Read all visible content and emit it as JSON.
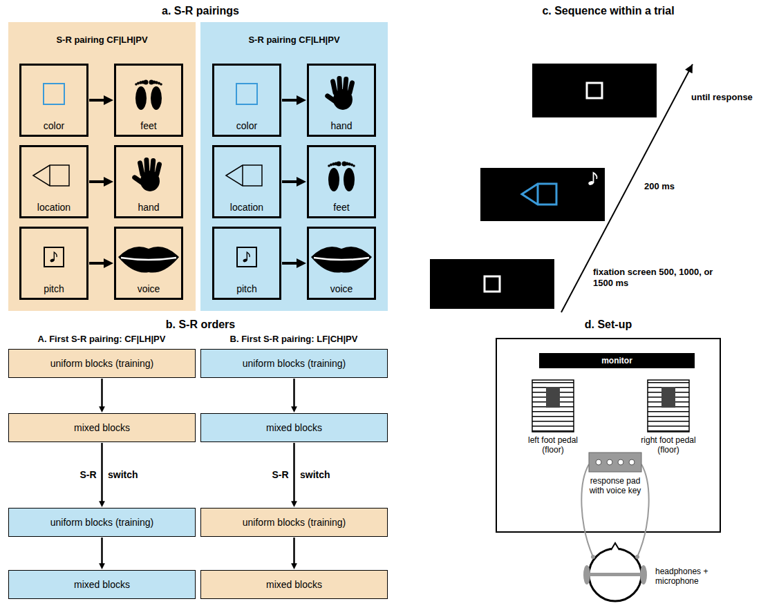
{
  "diagram": {
    "nodes": [
      {
        "text": [
          "S-R pairing CF|LH|PV"
        ]
      },
      {
        "text": [
          "color"
        ],
        "in": 0
      },
      {
        "text": [
          "feet"
        ],
        "in": 0
      },
      {
        "text": [
          "location"
        ],
        "in": 0
      },
      {
        "text": [
          "hand"
        ],
        "in": 0
      },
      {
        "text": [
          "pitch"
        ],
        "in": 0
      },
      {
        "text": [
          "voice"
        ],
        "in": 0
      },
      {
        "text": [
          "S-R pairing CF|LH|PV"
        ]
      },
      {
        "text": [
          "color"
        ],
        "in": 7
      },
      {
        "text": [
          "hand"
        ],
        "in": 7
      },
      {
        "text": [
          "location"
        ],
        "in": 7
      },
      {
        "text": [
          "feet"
        ],
        "in": 7
      },
      {
        "text": [
          "pitch"
        ],
        "in": 7
      },
      {
        "text": [
          "voice"
        ],
        "in": 7
      },
      {
        "text": [
          "uniform blocks (training)"
        ]
      },
      {
        "text": [
          "mixed blocks"
        ]
      },
      {
        "text": [
          "uniform blocks (training)"
        ]
      },
      {
        "text": [
          "mixed blocks"
        ]
      },
      {
        "text": [
          "uniform blocks (training)"
        ]
      },
      {
        "text": [
          "mixed blocks"
        ]
      },
      {
        "text": [
          "uniform blocks (training)"
        ]
      },
      {
        "text": [
          "mixed blocks"
        ]
      },
      {
        "text": [
          "monitor"
        ]
      }
    ],
    "edges": [
      {
        "from": 1,
        "to": 2,
        "arrow": "to"
      },
      {
        "from": 3,
        "to": 4,
        "arrow": "to"
      },
      {
        "from": 5,
        "to": 6,
        "arrow": "to"
      },
      {
        "from": 8,
        "to": 9,
        "arrow": "to"
      },
      {
        "from": 10,
        "to": 11,
        "arrow": "to"
      },
      {
        "from": 12,
        "to": 13,
        "arrow": "to"
      },
      {
        "from": 14,
        "to": 15,
        "arrow": "to"
      },
      {
        "from": 15,
        "to": 16,
        "label": "S-R",
        "arrow": "to"
      },
      {
        "from": 16,
        "to": 17,
        "arrow": "to"
      },
      {
        "from": 18,
        "to": 19,
        "arrow": "to"
      },
      {
        "from": 19,
        "to": 20,
        "label": "S-R",
        "arrow": "to"
      },
      {
        "from": 20,
        "to": 21,
        "arrow": "to"
      }
    ],
    "labels": [
      "a. S-R pairings",
      "b. S-R orders",
      "c. Sequence within a trial",
      "d. Set-up",
      "A. First S-R pairing: CF|LH|PV",
      "B. First S-R pairing: LF|CH|PV",
      "switch",
      "switch",
      "until response",
      "200 ms",
      "fixation screen 500, 1000, or 1500 ms",
      "left foot pedal (floor)",
      "right foot pedal (floor)",
      "response pad with voice key",
      "headphones + microphone"
    ]
  }
}
